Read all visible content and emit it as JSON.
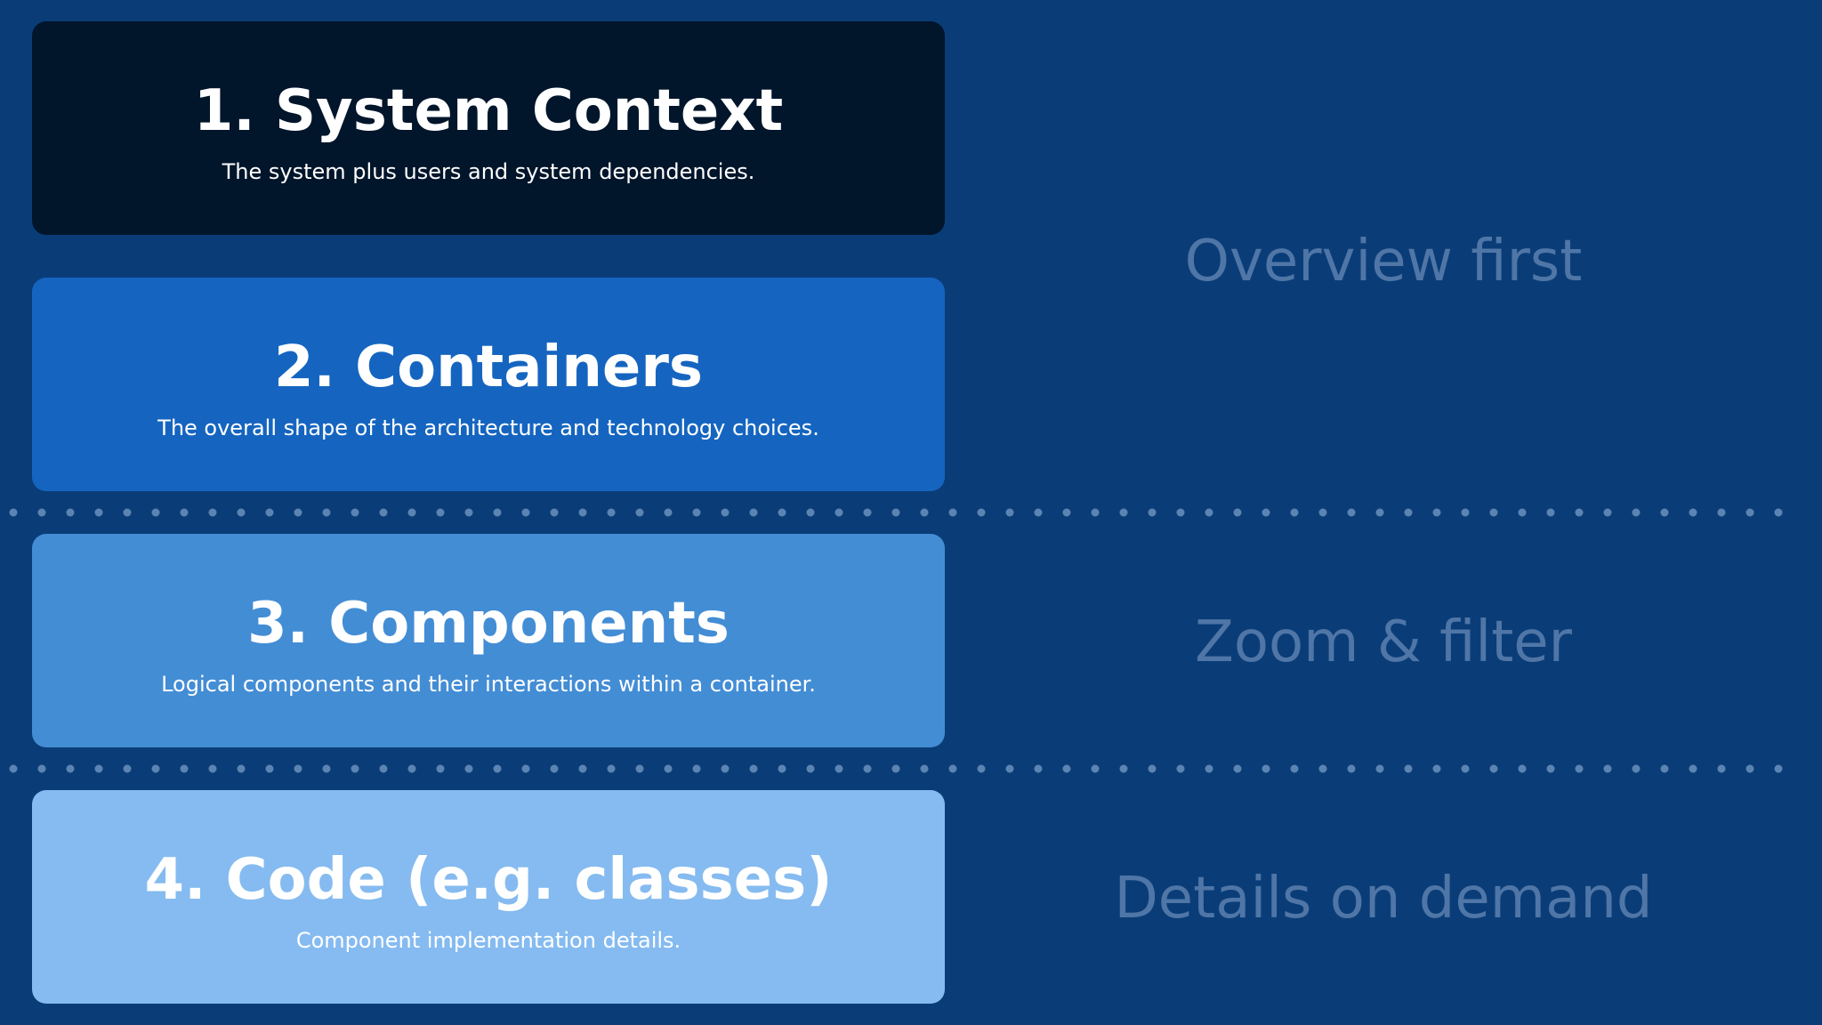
{
  "levels": [
    {
      "title": "1. System Context",
      "description": "The system plus users and system dependencies.",
      "color": "#01152b"
    },
    {
      "title": "2. Containers",
      "description": "The overall shape of the architecture and technology choices.",
      "color": "#1565c0"
    },
    {
      "title": "3. Components",
      "description": "Logical components and their interactions within a container.",
      "color": "#438dd5"
    },
    {
      "title": "4. Code (e.g. classes)",
      "description": "Component implementation details.",
      "color": "#85bbf0"
    }
  ],
  "labels": {
    "overview": "Overview first",
    "zoom": "Zoom & filter",
    "details": "Details on demand"
  },
  "colors": {
    "background": "#0a3d78",
    "label_text": "#4f76a6",
    "divider_dots": "#5c84b3"
  }
}
